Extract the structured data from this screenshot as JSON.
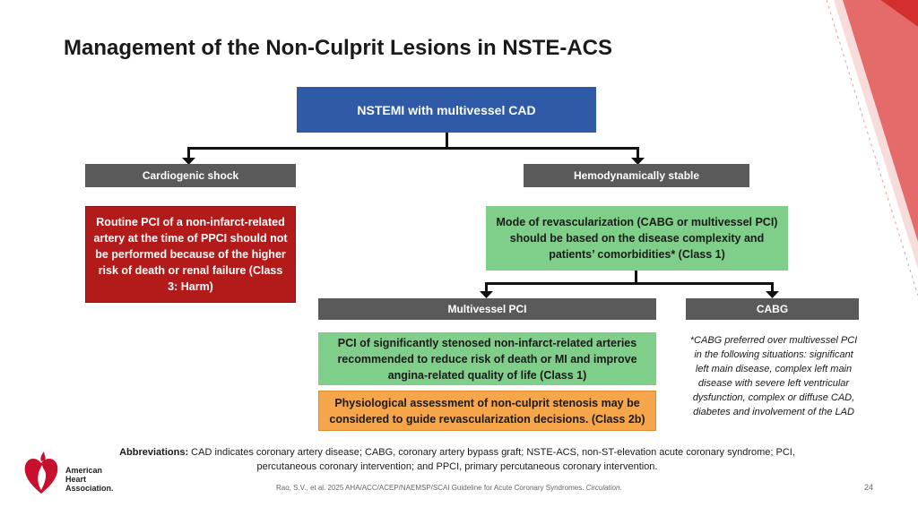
{
  "title": "Management of the Non-Culprit Lesions in NSTE-ACS",
  "top_node": "NSTEMI with multivessel CAD",
  "left_branch": {
    "header": "Cardiogenic shock",
    "box": "Routine PCI of a non-infarct-related artery at the time of PPCI should not be performed because of the higher risk of death or renal failure (Class 3: Harm)"
  },
  "right_branch": {
    "header": "Hemodynamically stable",
    "box": "Mode of revascularization (CABG or multivessel PCI) should be based on the disease complexity and patients’ comorbidities* (Class 1)",
    "pci_header": "Multivessel PCI",
    "cabg_header": "CABG",
    "pci_box": "PCI of significantly stenosed non-infarct-related arteries recommended to reduce risk of death or MI and improve angina-related quality of life (Class 1)",
    "physio_box": "Physiological assessment of non-culprit stenosis may be considered to guide revascularization decisions. (Class 2b)",
    "cabg_note": "*CABG preferred over multivessel PCI in the following situations: significant left main disease, complex left main disease with severe left ventricular dysfunction, complex or diffuse CAD, diabetes and involvement of the LAD"
  },
  "abbreviations": {
    "label": "Abbreviations:",
    "text": " CAD indicates coronary artery disease; CABG, coronary artery bypass graft; NSTE-ACS, non-ST-elevation acute coronary syndrome; PCI, percutaneous coronary intervention; and PPCI, primary percutaneous coronary intervention."
  },
  "citation": "Rao, S.V., et al. 2025 AHA/ACC/ACEP/NAEMSP/SCAI Guideline for Acute Coronary Syndromes.",
  "citation_journal": "Circulation.",
  "page_number": "24",
  "logo": {
    "line1": "American",
    "line2": "Heart",
    "line3": "Association."
  },
  "colors": {
    "blue": "#2e5aa7",
    "gray": "#5a5a5a",
    "red": "#b31b1b",
    "green": "#7fcf8a",
    "orange": "#f5a54a",
    "accent": "#d32f2f"
  }
}
